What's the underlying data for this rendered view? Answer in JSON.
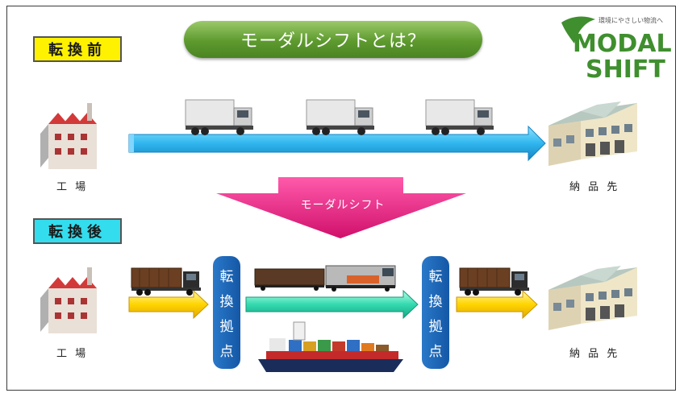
{
  "title": "モーダルシフトとは？",
  "phases": {
    "before": "転換前",
    "after": "転換後"
  },
  "labels": {
    "factory_before": "工 場",
    "destination_before": "納 品 先",
    "factory_after": "工 場",
    "destination_after": "納 品 先"
  },
  "shift_arrow_label": "モーダルシフト",
  "hubs": {
    "left": [
      "転",
      "換",
      "拠",
      "点"
    ],
    "right": [
      "転",
      "換",
      "拠",
      "点"
    ]
  },
  "logo": {
    "tagline": "環境にやさしい物流へ",
    "line1": "MODAL",
    "line2": "SHIFT"
  },
  "colors": {
    "title_green": "#5d9a2e",
    "before_yellow": "#fff200",
    "after_cyan": "#33ddee",
    "blue_arrow": "#2fb6ee",
    "shift_pink": "#e6197d",
    "hub_blue": "#1a63b3",
    "logo_green": "#3f8f2e"
  }
}
